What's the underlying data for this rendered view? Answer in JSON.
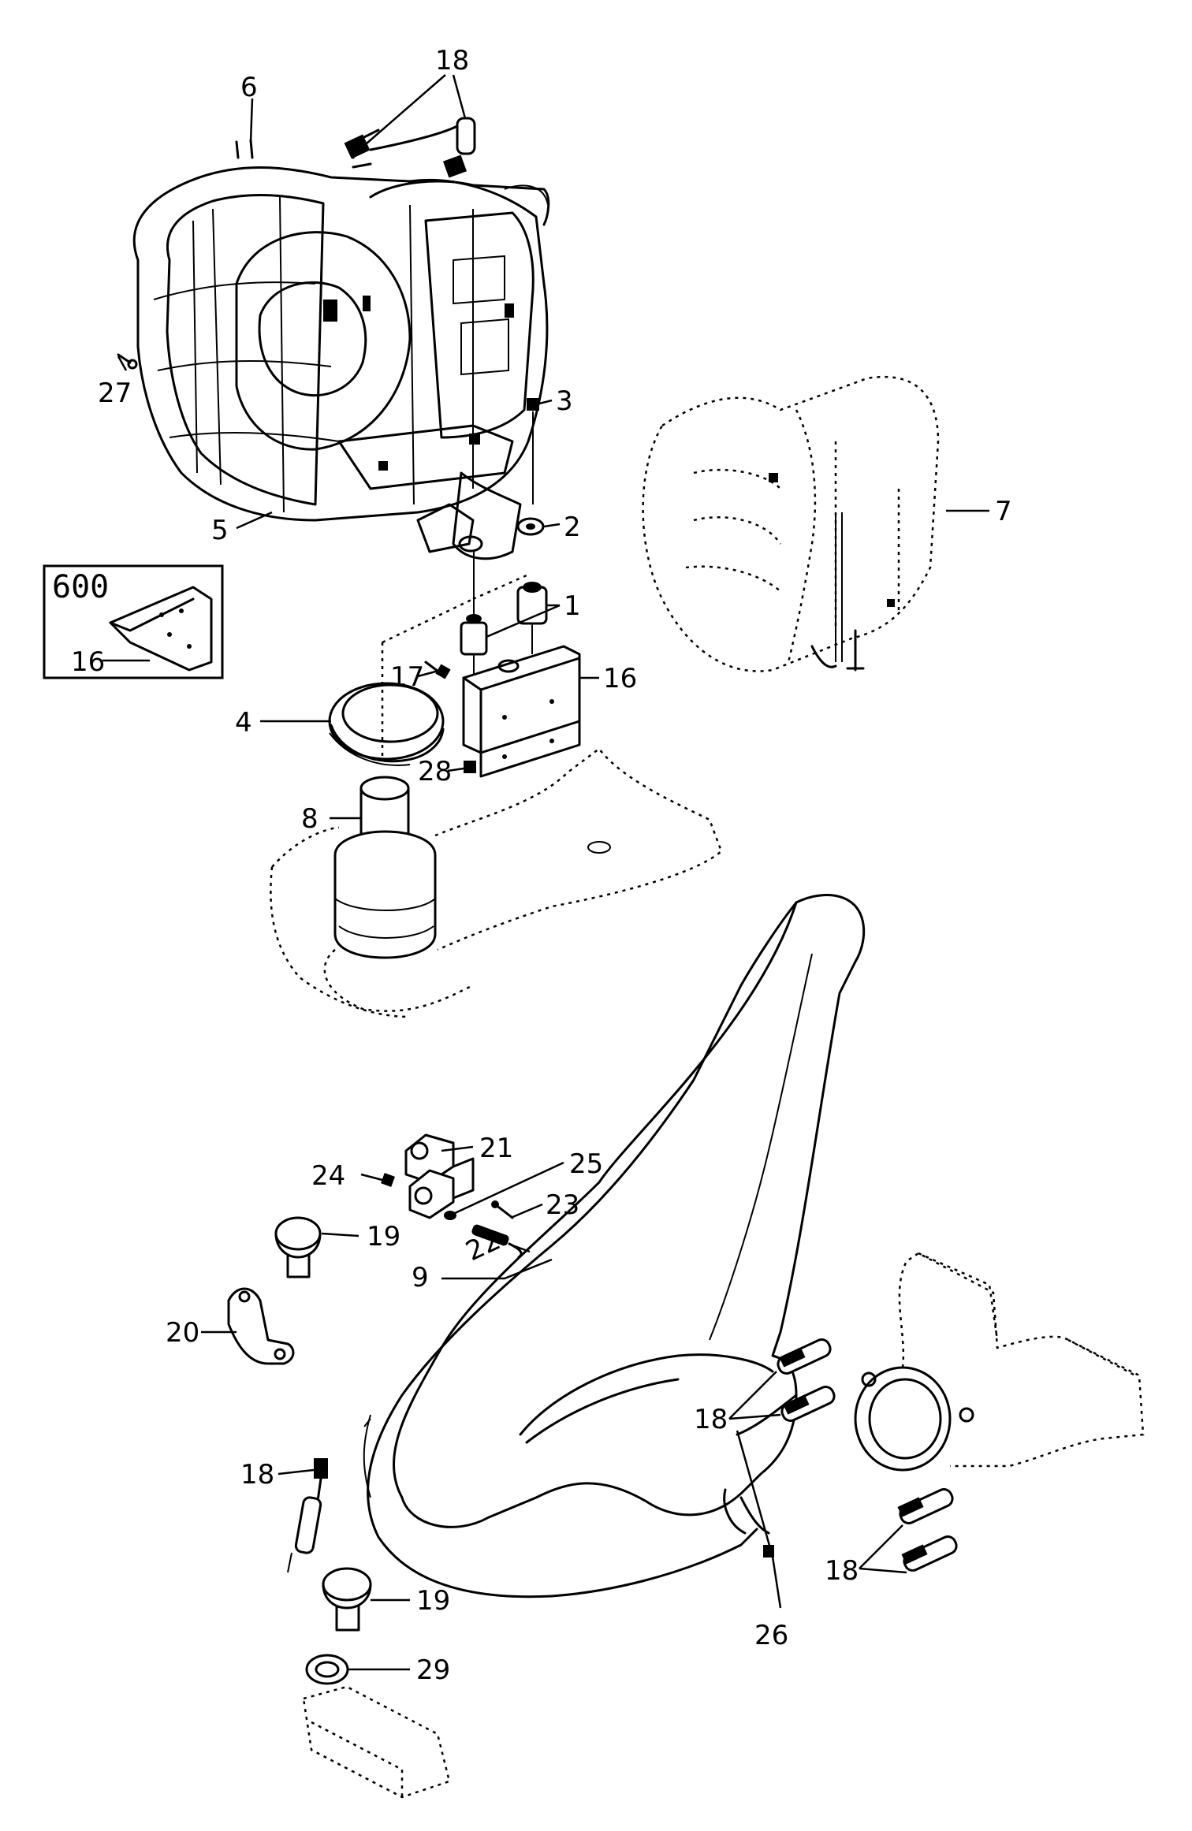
{
  "inset": {
    "label": "600",
    "part": "16"
  },
  "callouts": {
    "c1": "1",
    "c2": "2",
    "c3": "3",
    "c4": "4",
    "c5": "5",
    "c6": "6",
    "c7": "7",
    "c8": "8",
    "c9": "9",
    "c16": "16",
    "c17": "17",
    "c18_top": "18",
    "c18_mid": "18",
    "c18_left": "18",
    "c18_right": "18",
    "c19_a": "19",
    "c19_b": "19",
    "c20": "20",
    "c21": "21",
    "c22": "22",
    "c23": "23",
    "c24": "24",
    "c25": "25",
    "c26": "26",
    "c27": "27",
    "c28": "28",
    "c29": "29"
  }
}
